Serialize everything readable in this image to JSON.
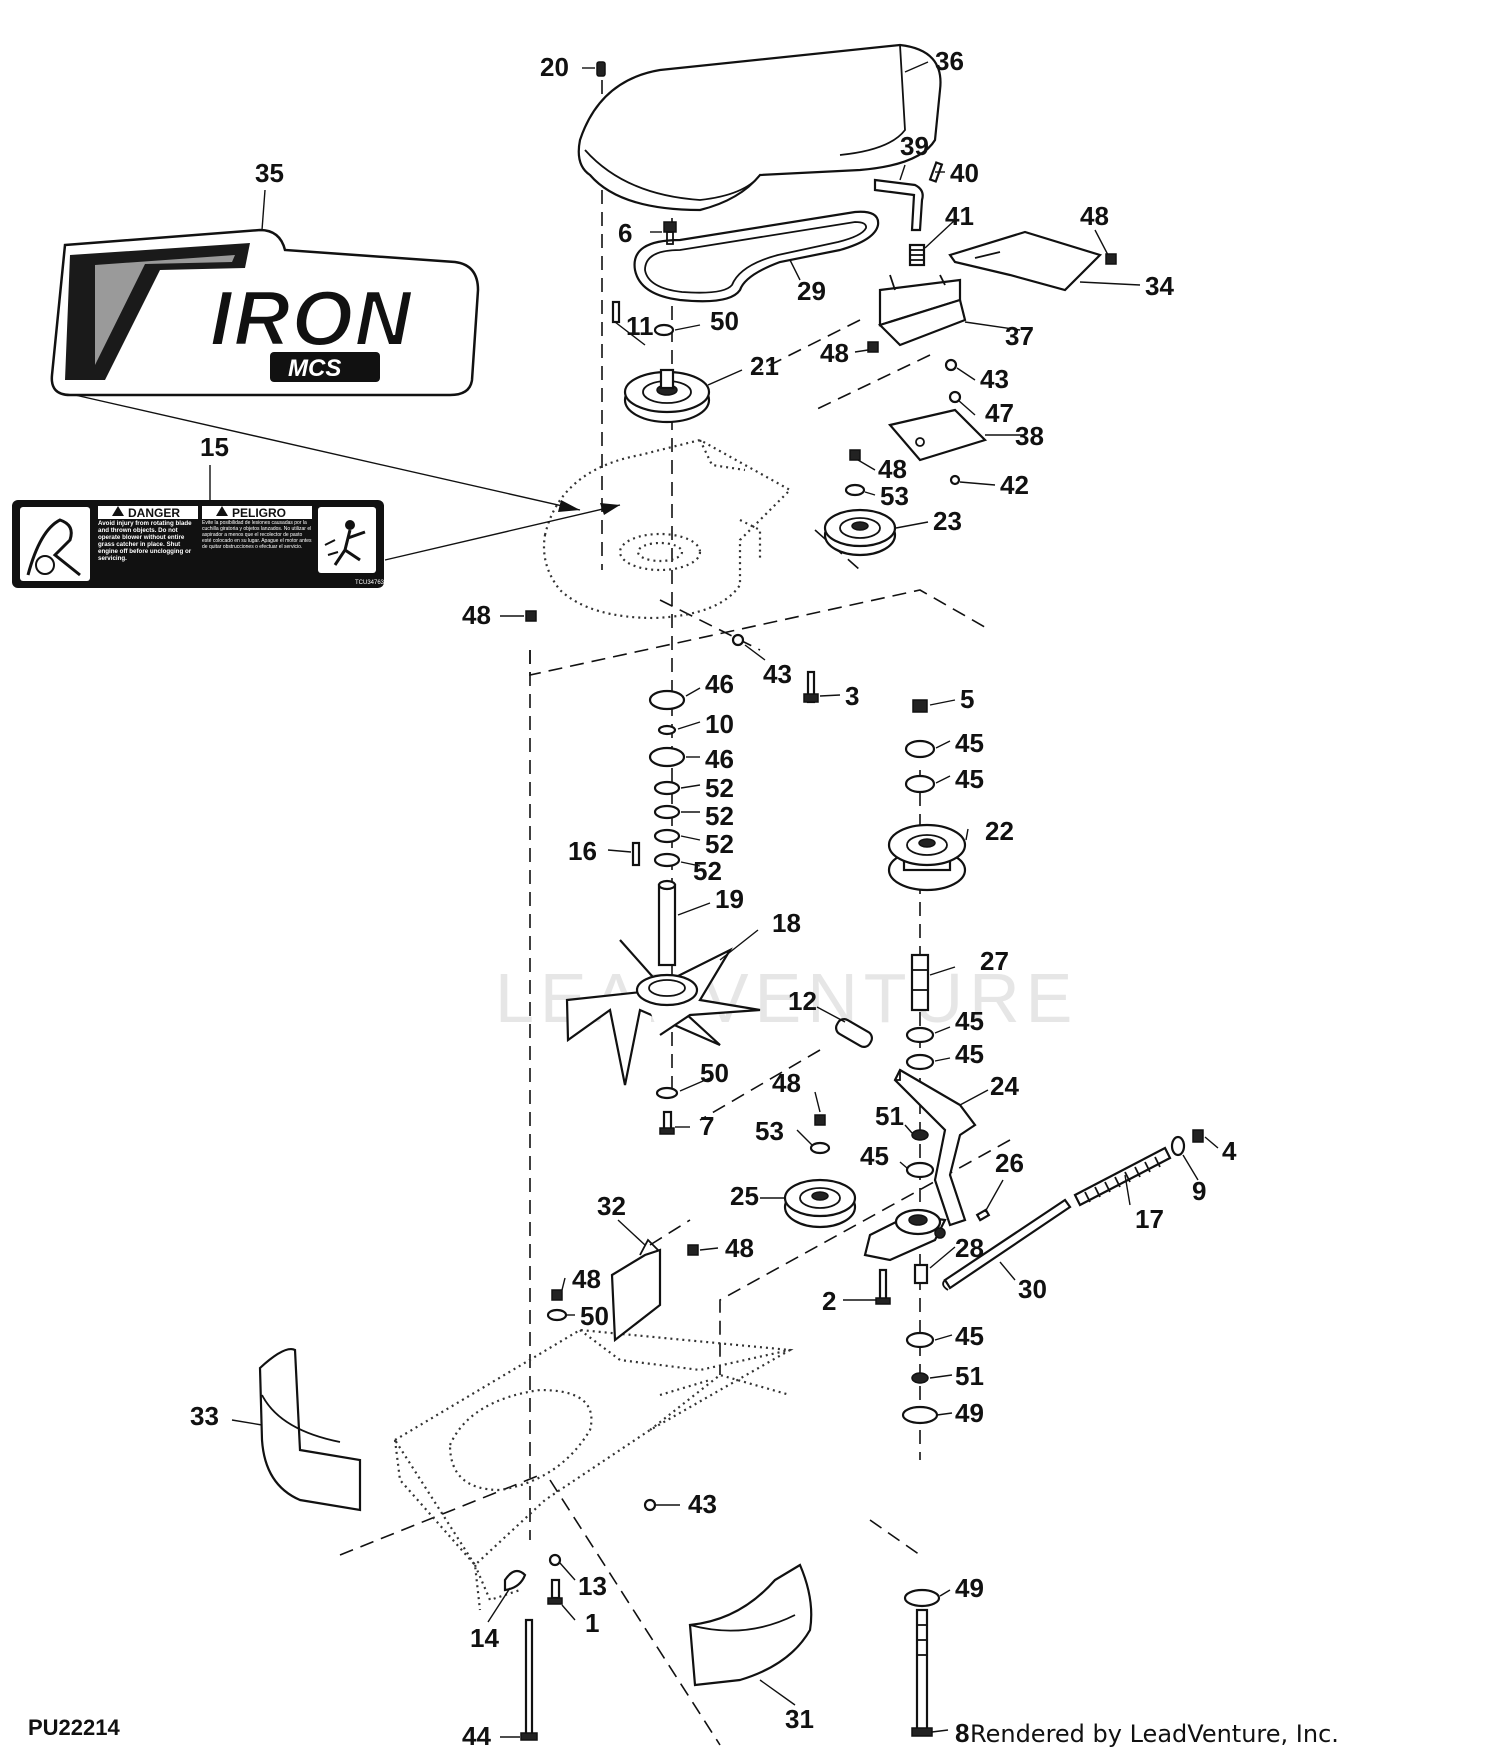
{
  "figure_id": "PU22214",
  "credit": "Rendered by LeadVenture, Inc.",
  "watermark": "LEADVENTURE",
  "logo_decal": {
    "big": "7",
    "word": "IRON",
    "sub": "MCS"
  },
  "warning_decal": {
    "danger": "DANGER",
    "peligro": "PELIGRO",
    "english_text": "Avoid injury from rotating blade and thrown objects. Do not operate blower without entire grass catcher in place. Shut engine off before unclogging or servicing.",
    "spanish_text": "Evite la posibilidad de lesiones causadas por la cuchilla giratoria y objetos lanzados. No utilizar el aspirador a menos que el recolector de pasto esté colocado en su lugar. Apague el motor antes de quitar obstrucciones o efectuar el servicio.",
    "code": "TCU34763"
  },
  "callouts": {
    "c20": "20",
    "c36": "36",
    "c35": "35",
    "c39": "39",
    "c40": "40",
    "c6": "6",
    "c41": "41",
    "c48a": "48",
    "c29": "29",
    "c34": "34",
    "c11": "11",
    "c50a": "50",
    "c37": "37",
    "c48b": "48",
    "c21": "21",
    "c43a": "43",
    "c47": "47",
    "c38": "38",
    "c15": "15",
    "c48c": "48",
    "c42": "42",
    "c53a": "53",
    "c23": "23",
    "c48d": "48",
    "c43b": "43",
    "c3": "3",
    "c46a": "46",
    "c5": "5",
    "c10": "10",
    "c45a": "45",
    "c46b": "46",
    "c45b": "45",
    "c52a": "52",
    "c52b": "52",
    "c22": "22",
    "c52c": "52",
    "c16": "16",
    "c52d": "52",
    "c19": "19",
    "c18": "18",
    "c27": "27",
    "c12": "12",
    "c45c": "45",
    "c45d": "45",
    "c50b": "50",
    "c48e": "48",
    "c24": "24",
    "c7": "7",
    "c51a": "51",
    "c53b": "53",
    "c45e": "45",
    "c26": "26",
    "c4": "4",
    "c9": "9",
    "c25": "25",
    "c17": "17",
    "c32": "32",
    "c48f": "48",
    "c28": "28",
    "c48g": "48",
    "c30": "30",
    "c2": "2",
    "c50c": "50",
    "c45f": "45",
    "c51b": "51",
    "c33": "33",
    "c49a": "49",
    "c43c": "43",
    "c13": "13",
    "c49b": "49",
    "c1": "1",
    "c14": "14",
    "c44": "44",
    "c31": "31",
    "c8": "8"
  }
}
